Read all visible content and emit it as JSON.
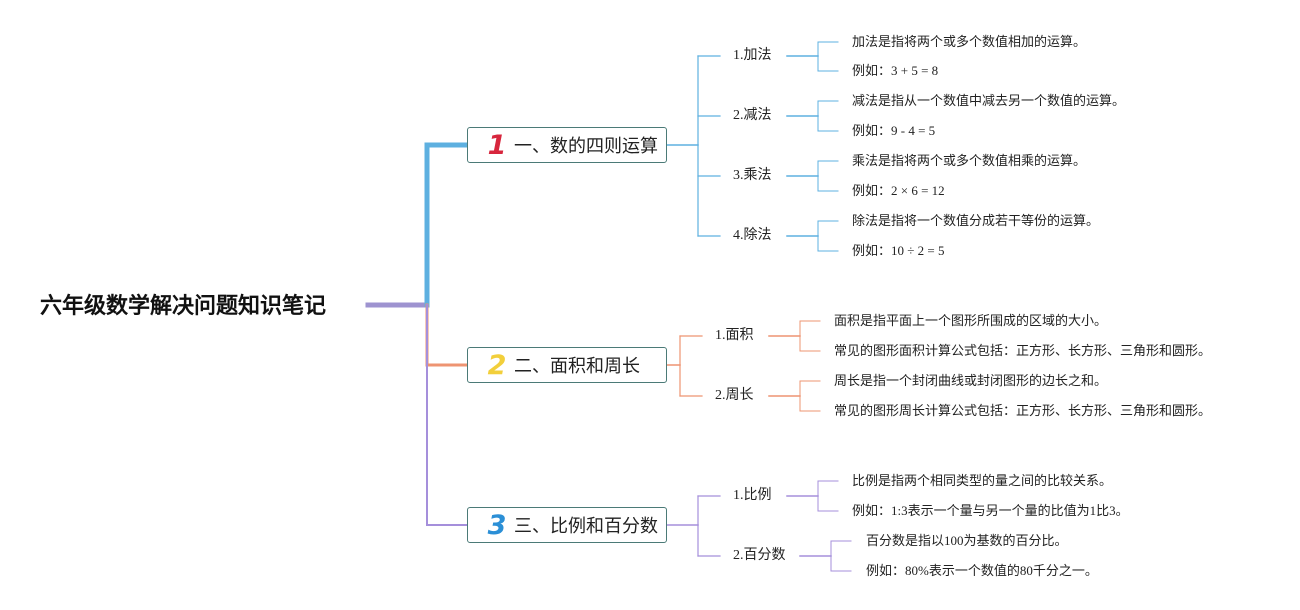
{
  "root": {
    "title": "六年级数学解决问题知识笔记"
  },
  "colors": {
    "root_line": "#9e93d0",
    "branch1": "#5eb0e0",
    "branch2": "#ee9472",
    "branch3": "#a58fdb"
  },
  "topics": [
    {
      "number": "1",
      "number_color": "#d7263d",
      "title": "一、数的四则运算",
      "subtopics": [
        {
          "label": "1.加法",
          "leaves": [
            "加法是指将两个或多个数值相加的运算。",
            "例如：3 + 5 = 8"
          ]
        },
        {
          "label": "2.减法",
          "leaves": [
            "减法是指从一个数值中减去另一个数值的运算。",
            "例如：9 - 4 = 5"
          ]
        },
        {
          "label": "3.乘法",
          "leaves": [
            "乘法是指将两个或多个数值相乘的运算。",
            "例如：2 × 6 = 12"
          ]
        },
        {
          "label": "4.除法",
          "leaves": [
            "除法是指将一个数值分成若干等份的运算。",
            "例如：10 ÷ 2 = 5"
          ]
        }
      ]
    },
    {
      "number": "2",
      "number_color": "#f2cf3b",
      "title": "二、面积和周长",
      "subtopics": [
        {
          "label": "1.面积",
          "leaves": [
            "面积是指平面上一个图形所围成的区域的大小。",
            "常见的图形面积计算公式包括：正方形、长方形、三角形和圆形。"
          ]
        },
        {
          "label": "2.周长",
          "leaves": [
            "周长是指一个封闭曲线或封闭图形的边长之和。",
            "常见的图形周长计算公式包括：正方形、长方形、三角形和圆形。"
          ]
        }
      ]
    },
    {
      "number": "3",
      "number_color": "#2b8fd6",
      "title": "三、比例和百分数",
      "subtopics": [
        {
          "label": "1.比例",
          "leaves": [
            "比例是指两个相同类型的量之间的比较关系。",
            "例如：1:3表示一个量与另一个量的比值为1比3。"
          ]
        },
        {
          "label": "2.百分数",
          "leaves": [
            "百分数是指以100为基数的百分比。",
            "例如：80%表示一个数值的80千分之一。"
          ]
        }
      ]
    }
  ]
}
